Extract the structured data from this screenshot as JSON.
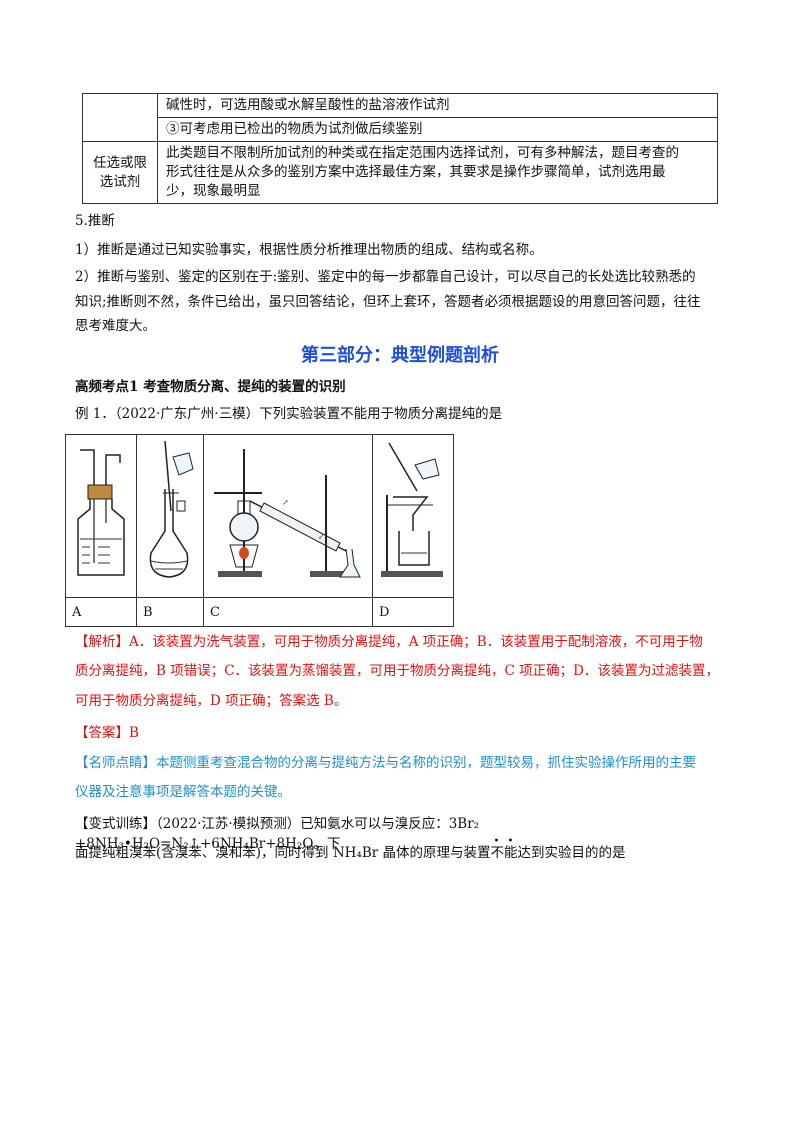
{
  "table": {
    "row1": "碱性时，可选用酸或水解呈酸性的盐溶液作试剂",
    "row2": "③可考虑用已检出的物质为试剂做后续鉴别",
    "row3_label_1": "任选或限",
    "row3_label_2": "选试剂",
    "row3_line1": "此类题目不限制所加试剂的种类或在指定范围内选择试剂，可有多种解法，题目考查的",
    "row3_line2": "形式往往是从众多的鉴别方案中选择最佳方案，其要求是操作步骤简单，试剂选用最",
    "row3_line3": "少，现象最明显"
  },
  "section5": {
    "heading": "5.推断",
    "p1": "1）推断是通过已知实验事实，根据性质分析推理出物质的组成、结构或名称。",
    "p2_line1": "2）推断与鉴别、鉴定的区别在于:鉴别、鉴定中的每一步都靠自己设计，可以尽自己的长处选比较熟悉的",
    "p2_line2": "知识;推断则不然，条件已给出，虽只回答结论，但环上套环，答题者必须根据题设的用意回答问题，往往",
    "p2_line3": "思考难度大。"
  },
  "part3_title": "第三部分：典型例题剖析",
  "kaodian": "高频考点1  考查物质分离、提纯的装置的识别",
  "example1": "例 1．（2022·广东广州·三模）下列实验装置不能用于物质分离提纯的是",
  "options": [
    "A",
    "B",
    "C",
    "D"
  ],
  "analysis": {
    "tag": "【解析】",
    "line1": "A．该装置为洗气装置，可用于物质分离提纯，A 项正确；B．该装置用于配制溶液，不可用于物",
    "line2": "质分离提纯，B 项错误；C．该装置为蒸馏装置，可用于物质分离提纯，C 项正确；D．该装置为过滤装置，",
    "line3": "可用于物质分离提纯，D 项正确；答案选 B。"
  },
  "answer": {
    "tag": "【答案】",
    "value": "B"
  },
  "teacher": {
    "tag": "【名师点睛】",
    "line1": "本题侧重考查混合物的分离与提纯方法与名称的识别，题型较易，抓住实验操作所用的主要",
    "line2": "仪器及注意事项是解答本题的关键。"
  },
  "variant": {
    "tag": "【变式训练】",
    "line1_a": "（2022·江苏·模拟预测）已知氨水可以与溴反应：",
    "eq": "3Br₂ +8NH₃•H₂O=N₂↑+6NH₄Br+8H₂O。下",
    "line2_a": "面提纯粗溴苯(含溴苯、溴和苯)，同时得到 NH₄Br 晶体的原理与装置",
    "line2_emph": "不能",
    "line2_b": "达到实验目的的是"
  },
  "apparatus_labels": {
    "c1": "↗",
    "c2": "↙"
  }
}
